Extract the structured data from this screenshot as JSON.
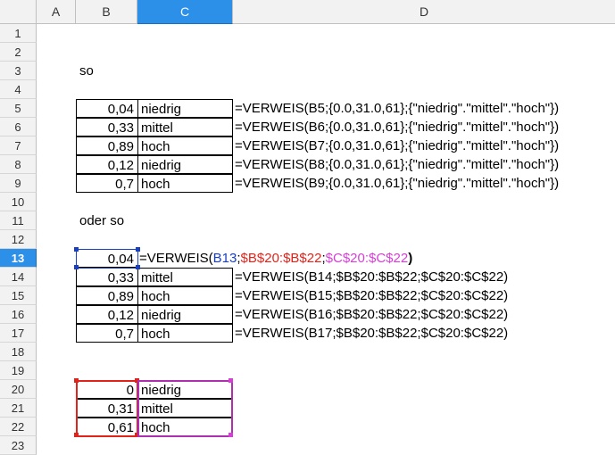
{
  "columns": [
    "A",
    "B",
    "C",
    "D"
  ],
  "selected_column": "C",
  "rows": [
    "1",
    "2",
    "3",
    "4",
    "5",
    "6",
    "7",
    "8",
    "9",
    "10",
    "11",
    "12",
    "13",
    "14",
    "15",
    "16",
    "17",
    "18",
    "19",
    "20",
    "21",
    "22",
    "23"
  ],
  "selected_row": "13",
  "section_labels": {
    "r3": "so",
    "r11": "oder so"
  },
  "table1": [
    {
      "value": "0,04",
      "level": "niedrig",
      "formula": "=VERWEIS(B5;{0.0,31.0,61};{\"niedrig\".\"mittel\".\"hoch\"})"
    },
    {
      "value": "0,33",
      "level": "mittel",
      "formula": "=VERWEIS(B6;{0.0,31.0,61};{\"niedrig\".\"mittel\".\"hoch\"})"
    },
    {
      "value": "0,89",
      "level": "hoch",
      "formula": "=VERWEIS(B7;{0.0,31.0,61};{\"niedrig\".\"mittel\".\"hoch\"})"
    },
    {
      "value": "0,12",
      "level": "niedrig",
      "formula": "=VERWEIS(B8;{0.0,31.0,61};{\"niedrig\".\"mittel\".\"hoch\"})"
    },
    {
      "value": "0,7",
      "level": "hoch",
      "formula": "=VERWEIS(B9;{0.0,31.0,61};{\"niedrig\".\"mittel\".\"hoch\"})"
    }
  ],
  "edit_row": {
    "value": "0,04",
    "formula_parts": {
      "fn": "=VERWEIS(",
      "ref1": "B13",
      "sep1": ";",
      "ref2": "$B$20:$B$22",
      "sep2": ";",
      "ref3": "$C$20:$C$22",
      "close": ")"
    }
  },
  "table2": [
    {
      "value": "0,33",
      "level": "mittel",
      "formula": "=VERWEIS(B14;$B$20:$B$22;$C$20:$C$22)"
    },
    {
      "value": "0,89",
      "level": "hoch",
      "formula": "=VERWEIS(B15;$B$20:$B$22;$C$20:$C$22)"
    },
    {
      "value": "0,12",
      "level": "niedrig",
      "formula": "=VERWEIS(B16;$B$20:$B$22;$C$20:$C$22)"
    },
    {
      "value": "0,7",
      "level": "hoch",
      "formula": "=VERWEIS(B17;$B$20:$B$22;$C$20:$C$22)"
    }
  ],
  "lookup_table": [
    {
      "threshold": "0",
      "label": "niedrig"
    },
    {
      "threshold": "0,31",
      "label": "mittel"
    },
    {
      "threshold": "0,61",
      "label": "hoch"
    }
  ],
  "colors": {
    "ref_blue": "#1a3fbf",
    "ref_red": "#e0241c",
    "ref_magenta": "#d63fd6",
    "selection": "#2c8fe8"
  }
}
